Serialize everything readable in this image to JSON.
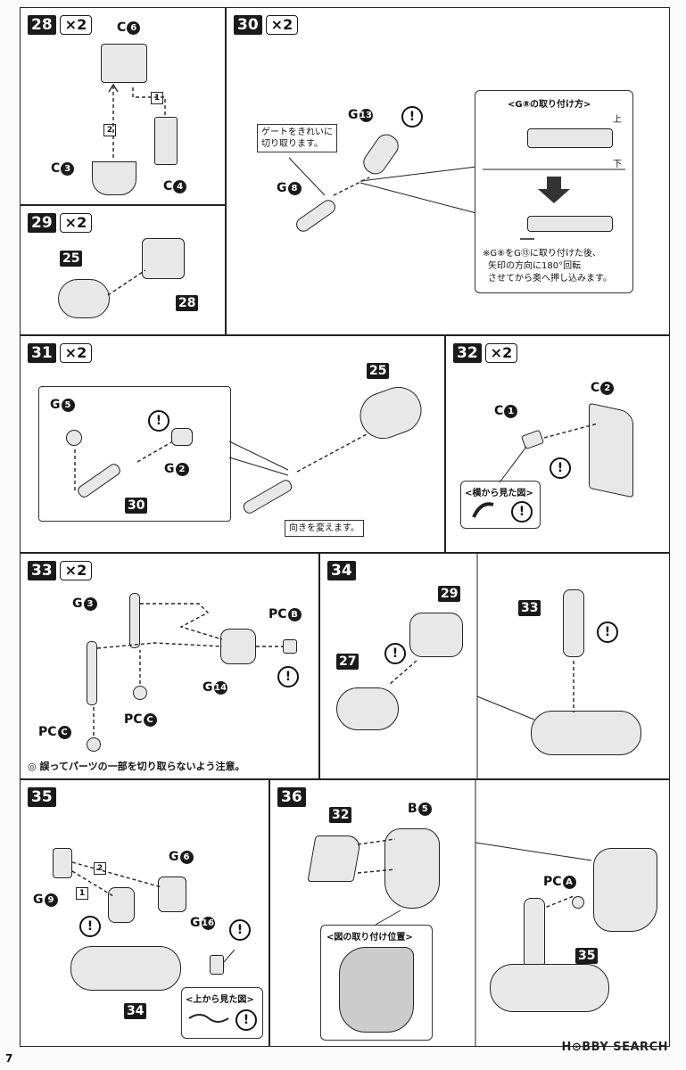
{
  "steps": [
    {
      "num": "28",
      "mult": "×2"
    },
    {
      "num": "30",
      "mult": "×2"
    },
    {
      "num": "29",
      "mult": "×2"
    },
    {
      "num": "31",
      "mult": "×2"
    },
    {
      "num": "32",
      "mult": "×2"
    },
    {
      "num": "33",
      "mult": "×2"
    },
    {
      "num": "34"
    },
    {
      "num": "35"
    },
    {
      "num": "36"
    }
  ],
  "s28": {
    "c6": "C",
    "c6n": "6",
    "c3": "C",
    "c3n": "3",
    "c4": "C",
    "c4n": "4",
    "o1": "1",
    "o2": "2"
  },
  "s30": {
    "g13": "G",
    "g13n": "13",
    "g8": "G",
    "g8n": "8",
    "warn": "!",
    "callout": [
      "ゲートをきれいに",
      "切り取ります。"
    ],
    "inset_title": "<G⑧の取り付け方>",
    "up": "上",
    "down": "下",
    "note": [
      "※G⑧をG⑬に取り付けた後、",
      "矢印の方向に180°回転",
      "させてから奥へ押し込みます。"
    ]
  },
  "s29": {
    "r25": "25",
    "r28": "28"
  },
  "s31": {
    "r25": "25",
    "r30": "30",
    "g5": "G",
    "g5n": "5",
    "g2": "G",
    "g2n": "2",
    "warn": "!",
    "callout": "向きを変えます。"
  },
  "s32": {
    "c1": "C",
    "c1n": "1",
    "c2": "C",
    "c2n": "2",
    "warn": "!",
    "inset_title": "<横から見た図>"
  },
  "s33": {
    "g3": "G",
    "g3n": "3",
    "g14": "G",
    "g14n": "14",
    "pcb": "PC",
    "pcbn": "B",
    "pcc1": "PC",
    "pccn": "C",
    "pcc2": "PC",
    "warn": "!",
    "caution": "誤ってパーツの一部を切り取らないよう注意。"
  },
  "s34": {
    "r29": "29",
    "r27": "27",
    "r33": "33",
    "warn": "!"
  },
  "s35": {
    "g6": "G",
    "g6n": "6",
    "g9": "G",
    "g9n": "9",
    "g16": "G",
    "g16n": "16",
    "r34": "34",
    "o1": "1",
    "o2": "2",
    "warn": "!",
    "inset_title": "<上から見た図>"
  },
  "s36": {
    "r32": "32",
    "r35": "35",
    "b5": "B",
    "b5n": "5",
    "pca": "PC",
    "pcan": "A",
    "inset_title": "<図の取り付け位置>"
  },
  "footer": {
    "page": "7",
    "watermark": "H⊙BBY SEARCH"
  }
}
